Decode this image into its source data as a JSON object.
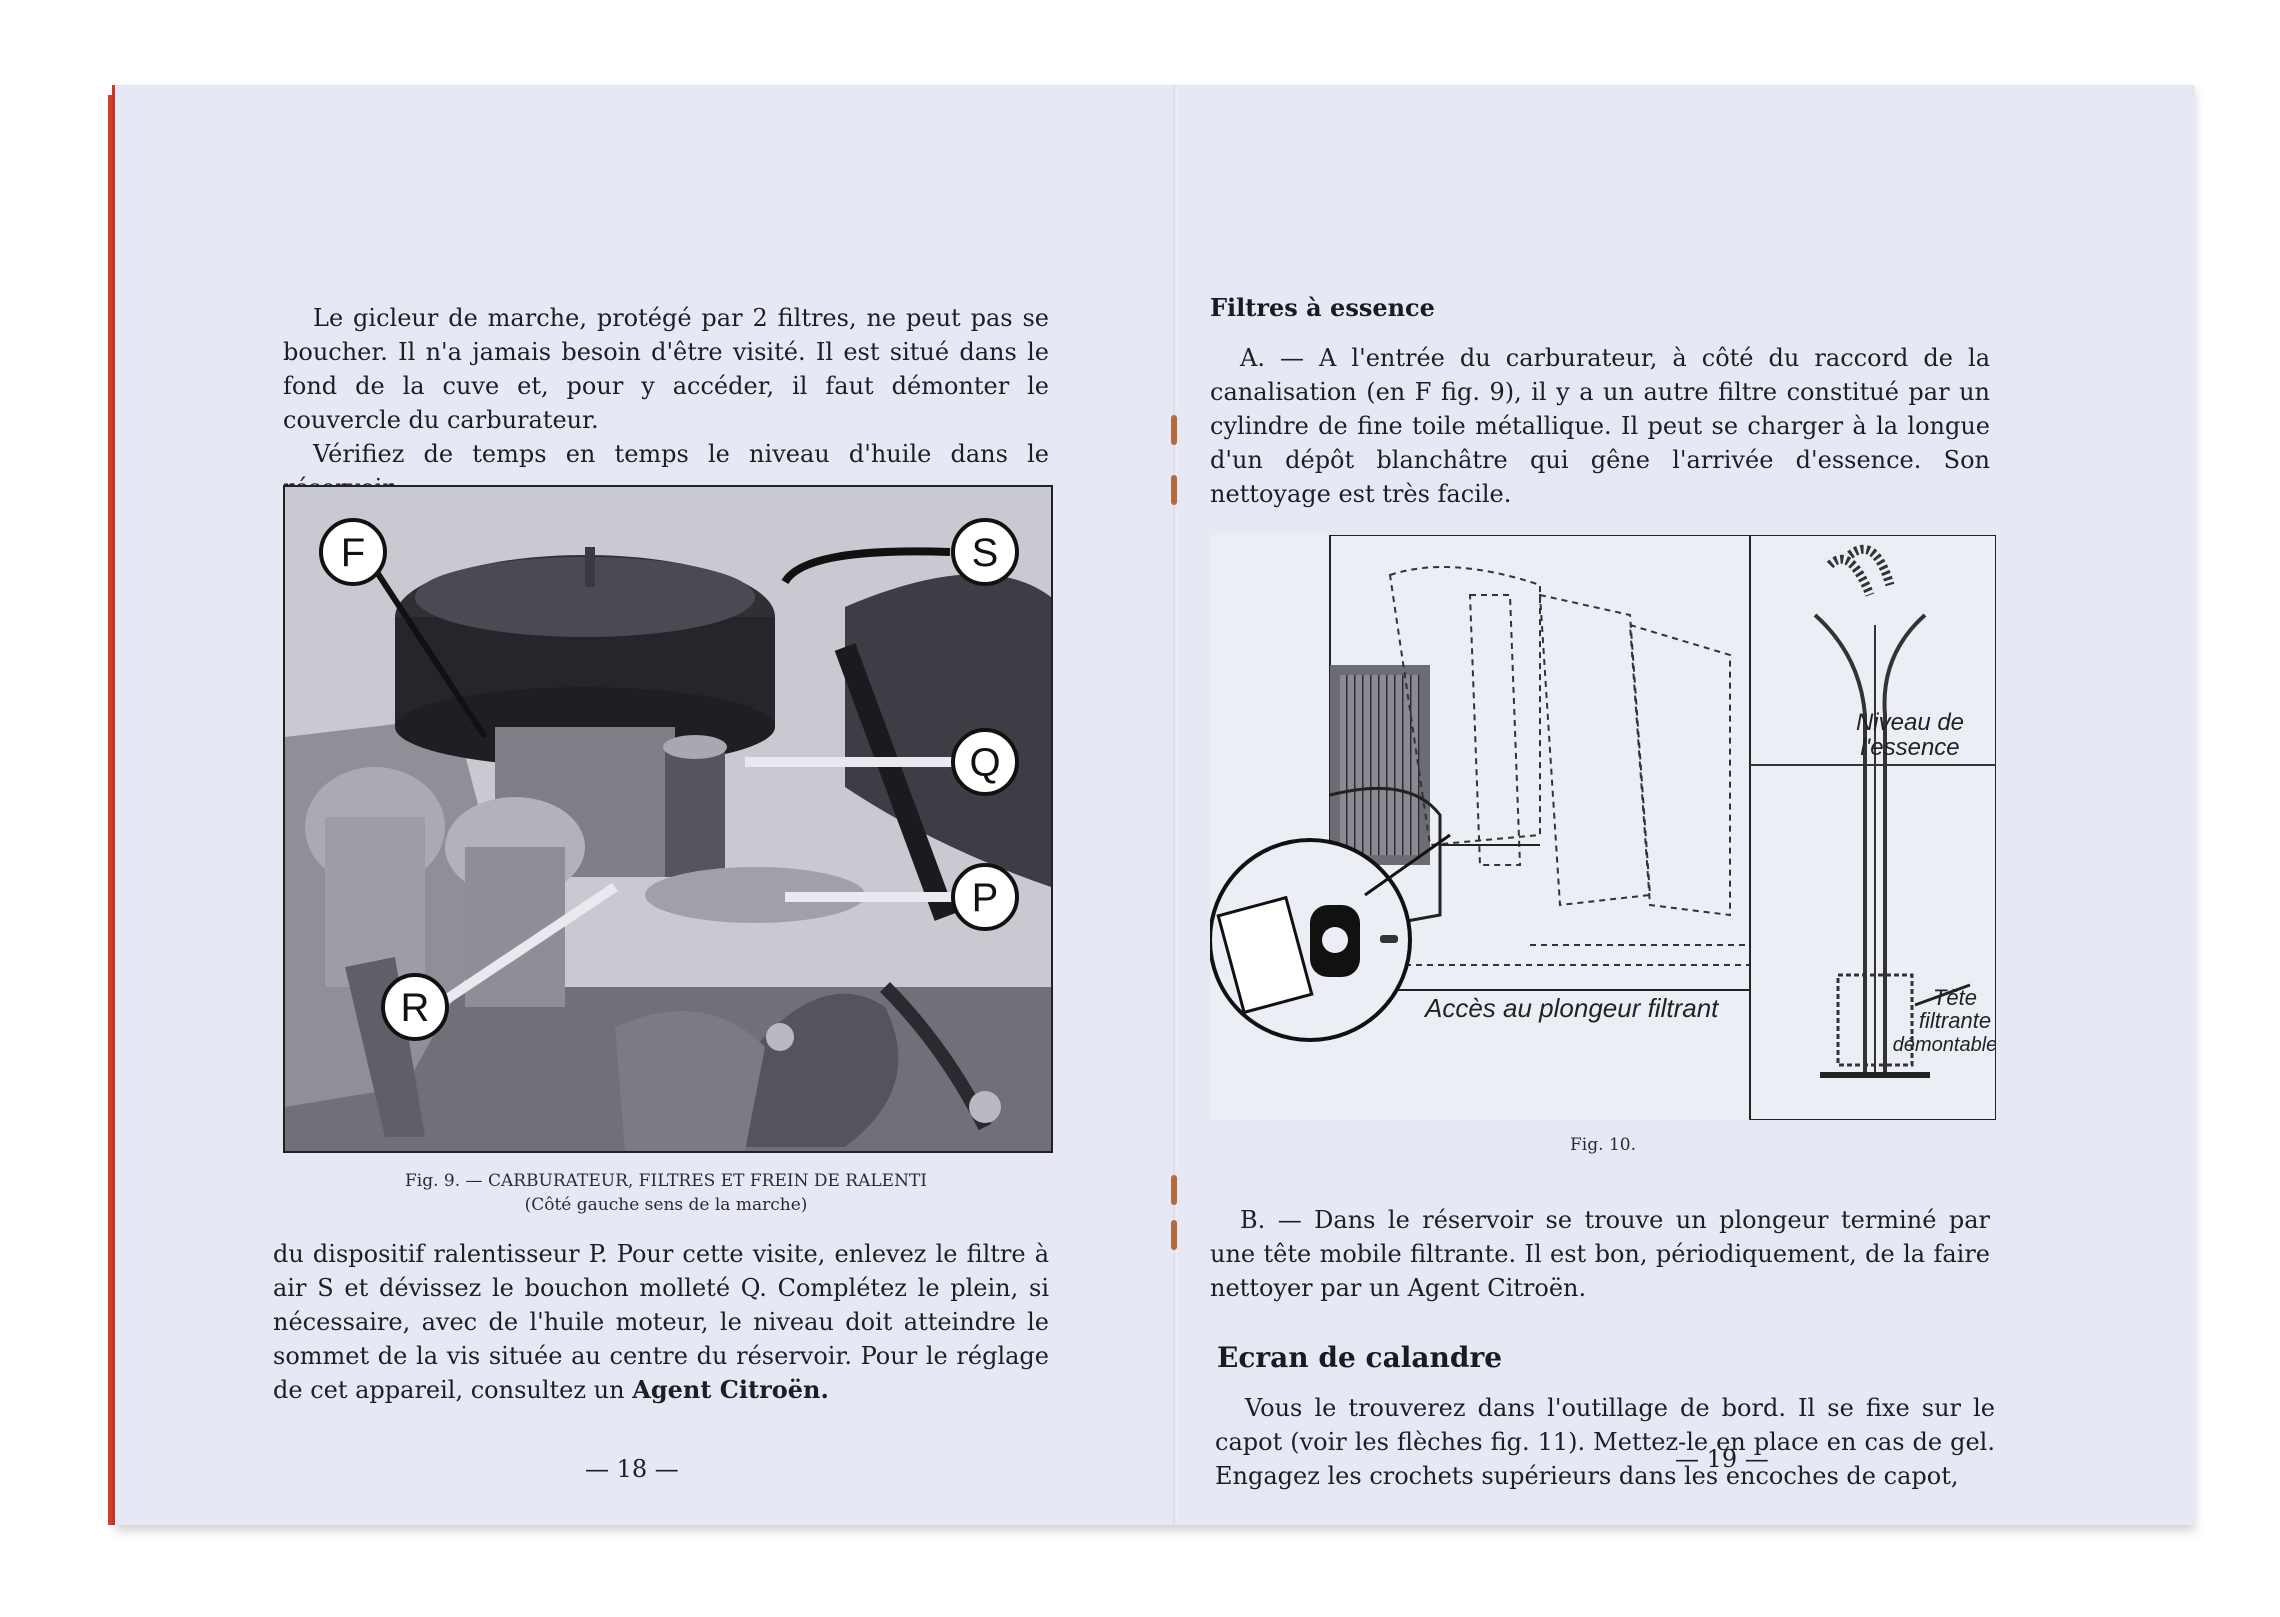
{
  "left_page": {
    "para1": "Le gicleur de marche, protégé par 2 filtres, ne peut pas se boucher. Il n'a jamais besoin d'être visité. Il est situé dans le fond de la cuve et, pour y accéder, il faut démonter le couvercle du carburateur.",
    "para2": "Vérifiez de temps en temps le niveau d'huile dans le réservoir",
    "figure_labels": {
      "f": "F",
      "s": "S",
      "q": "Q",
      "p": "P",
      "r": "R"
    },
    "caption_line1": "Fig. 9. — CARBURATEUR, FILTRES ET FREIN DE RALENTI",
    "caption_line2": "(Côté gauche sens de la marche)",
    "para3_text": "du dispositif ralentisseur P. Pour cette visite, enlevez le filtre à air S et dévissez le bouchon molleté Q. Complétez le plein, si nécessaire, avec de l'huile moteur, le niveau doit atteindre le sommet de la vis située au centre du réservoir. Pour le réglage de cet appareil, consultez un",
    "para3_bold": "Agent Citroën.",
    "page_number": "— 18 —"
  },
  "right_page": {
    "heading1": "Filtres à essence",
    "paraA": "A. — A l'entrée du carburateur, à côté du raccord de la canalisation (en F fig. 9), il y a un autre filtre constitué par un cylindre de fine toile métallique. Il peut se charger à la longue d'un dépôt blanchâtre qui gêne l'arrivée d'essence. Son nettoyage est très facile.",
    "fig10_access_label": "Accès au plongeur filtrant",
    "fig10_level_label_1": "Niveau de",
    "fig10_level_label_2": "l'essence",
    "fig10_head_label_1": "Tête",
    "fig10_head_label_2": "filtrante",
    "fig10_head_label_3": "démontable",
    "fig10_caption": "Fig. 10.",
    "paraB": "B. — Dans le réservoir se trouve un plongeur terminé par une tête mobile filtrante. Il est bon, périodiquement, de la faire nettoyer par un Agent Citroën.",
    "heading2": "Ecran de calandre",
    "paraC": "Vous le trouverez dans l'outillage de bord. Il se fixe sur le capot (voir les flèches fig. 11). Mettez-le en place en cas de gel. Engagez les crochets supérieurs dans les encoches de capot,",
    "page_number": "— 19 —"
  },
  "colors": {
    "paper": "#e6e8f3",
    "ink": "#1d1d26",
    "edge_red": "#d9402c"
  }
}
